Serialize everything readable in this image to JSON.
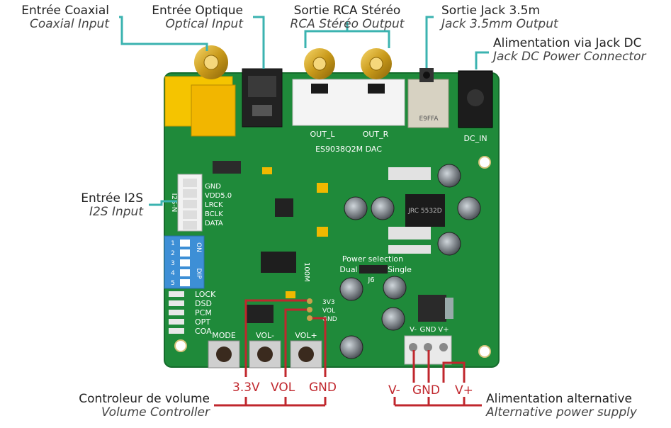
{
  "callouts": {
    "coaxial": {
      "fr": "Entrée Coaxial",
      "en": "Coaxial Input"
    },
    "optical": {
      "fr": "Entrée Optique",
      "en": "Optical Input"
    },
    "rca": {
      "fr": "Sortie RCA Stéréo",
      "en": "RCA Stéréo Output"
    },
    "jack": {
      "fr": "Sortie Jack 3.5m",
      "en": "Jack 3.5mm Output"
    },
    "dc": {
      "fr": "Alimentation via Jack DC",
      "en": "Jack DC Power Connector"
    },
    "i2s": {
      "fr": "Entrée I2S",
      "en": "I2S Input"
    },
    "volume": {
      "fr": "Controleur de volume",
      "en": "Volume Controller"
    },
    "altpower": {
      "fr": "Alimentation alternative",
      "en": "Alternative power supply"
    }
  },
  "volume_pins": [
    "3.3V",
    "VOL",
    "GND"
  ],
  "power_pins": [
    "V-",
    "GND",
    "V+"
  ],
  "pcb": {
    "out_l": "OUT_L",
    "out_r": "OUT_R",
    "chip_name": "ES9038Q2M DAC",
    "dc_in": "DC_IN",
    "i2s_pins": [
      "GND",
      "VDD5.0",
      "LRCK",
      "BCLK",
      "DATA"
    ],
    "i2s_tag": "I2S-N",
    "led_labels": [
      "LOCK",
      "DSD",
      "PCM",
      "OPT",
      "COA"
    ],
    "buttons": [
      "MODE",
      "VOL-",
      "VOL+"
    ],
    "vol_header": [
      "3V3",
      "VOL",
      "GND"
    ],
    "power_selection": "Power selection",
    "dual": "Dual",
    "single": "Single",
    "j6": "J6",
    "power_terminal": [
      "V-",
      "GND",
      "V+"
    ],
    "dip_on": "ON",
    "dip_dip": "DIP",
    "dip_numbers": [
      "1",
      "2",
      "3",
      "4",
      "5"
    ],
    "opamp_marking": "JRC 5532D",
    "jack_marking": "E9FFA",
    "inductor_marking": "100M"
  },
  "colors": {
    "pcb_green": "#1f8a3a",
    "teal_leader": "#3bb3b0",
    "red_leader": "#c0272d"
  }
}
